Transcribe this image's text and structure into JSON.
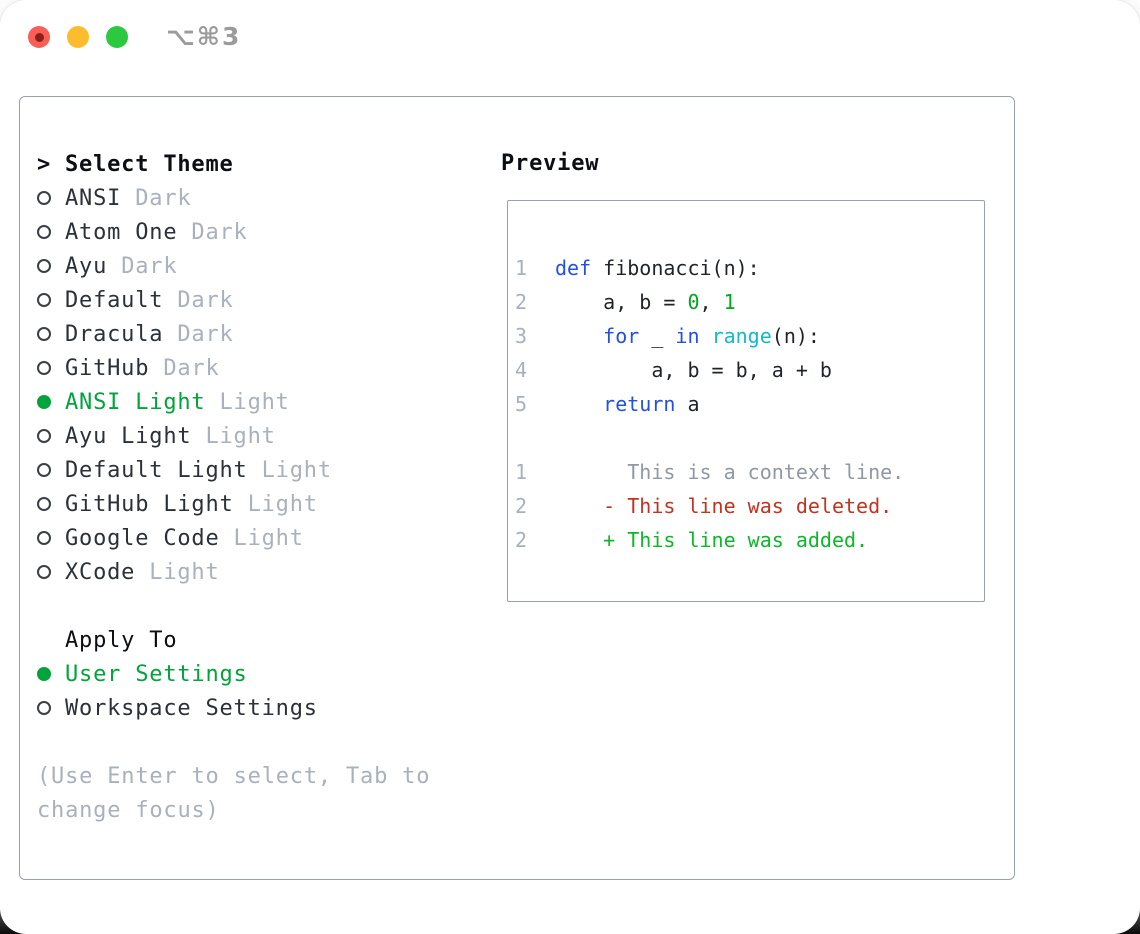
{
  "window": {
    "title_shortcut": "⌥⌘3"
  },
  "colors": {
    "traffic_red": "#f85f57",
    "traffic_red_dot": "#8c1f1a",
    "traffic_yellow": "#fcbc2e",
    "traffic_green": "#2bc840",
    "title_gray": "#9b9b9b",
    "panel_border": "#99a1ad",
    "header_black": "#0b0e12",
    "item_text": "#2b3138",
    "variant_gray": "#a9b1bd",
    "select_green": "#00a43a",
    "circle_stroke": "#3b4046",
    "help_gray": "#a9b1bd",
    "line_number_gray": "#a7b1be",
    "code_text": "#1f242b",
    "kw_blue": "#2450e0",
    "builtin_cyan": "#14b9c8",
    "number_green": "#00a81f",
    "context_gray": "#8f99a4",
    "diff_red": "#c23420",
    "diff_green": "#0bb826"
  },
  "theme_panel": {
    "prompt": ">",
    "header": "Select Theme",
    "items": [
      {
        "name": "ANSI",
        "variant": "Dark",
        "selected": false
      },
      {
        "name": "Atom One",
        "variant": "Dark",
        "selected": false
      },
      {
        "name": "Ayu",
        "variant": "Dark",
        "selected": false
      },
      {
        "name": "Default",
        "variant": "Dark",
        "selected": false
      },
      {
        "name": "Dracula",
        "variant": "Dark",
        "selected": false
      },
      {
        "name": "GitHub",
        "variant": "Dark",
        "selected": false
      },
      {
        "name": "ANSI Light",
        "variant": "Light",
        "selected": true
      },
      {
        "name": "Ayu Light",
        "variant": "Light",
        "selected": false
      },
      {
        "name": "Default Light",
        "variant": "Light",
        "selected": false
      },
      {
        "name": "GitHub Light",
        "variant": "Light",
        "selected": false
      },
      {
        "name": "Google Code",
        "variant": "Light",
        "selected": false
      },
      {
        "name": "XCode",
        "variant": "Light",
        "selected": false
      }
    ],
    "apply_to": {
      "header": "Apply To",
      "options": [
        {
          "label": "User Settings",
          "selected": true
        },
        {
          "label": "Workspace Settings",
          "selected": false
        }
      ]
    },
    "help_lines": [
      "(Use Enter to select, Tab to",
      "change focus)"
    ]
  },
  "preview": {
    "header": "Preview",
    "code_lines": [
      {
        "num": "1",
        "segments": [
          {
            "t": "def",
            "c": "kw"
          },
          {
            "t": " fibonacci(n):",
            "c": "tx"
          }
        ]
      },
      {
        "num": "2",
        "segments": [
          {
            "t": "    a, b = ",
            "c": "tx"
          },
          {
            "t": "0",
            "c": "num"
          },
          {
            "t": ", ",
            "c": "tx"
          },
          {
            "t": "1",
            "c": "num"
          }
        ]
      },
      {
        "num": "3",
        "segments": [
          {
            "t": "    ",
            "c": "tx"
          },
          {
            "t": "for",
            "c": "kw"
          },
          {
            "t": " _ ",
            "c": "tx"
          },
          {
            "t": "in",
            "c": "kw"
          },
          {
            "t": " ",
            "c": "tx"
          },
          {
            "t": "range",
            "c": "fn"
          },
          {
            "t": "(n):",
            "c": "tx"
          }
        ]
      },
      {
        "num": "4",
        "segments": [
          {
            "t": "        a, b = b, a + b",
            "c": "tx"
          }
        ]
      },
      {
        "num": "5",
        "segments": [
          {
            "t": "    ",
            "c": "tx"
          },
          {
            "t": "return",
            "c": "kw"
          },
          {
            "t": " a",
            "c": "tx"
          }
        ]
      },
      {
        "num": "",
        "segments": []
      },
      {
        "num": "1",
        "segments": [
          {
            "t": "      This is a context line.",
            "c": "ctx"
          }
        ]
      },
      {
        "num": "2",
        "segments": [
          {
            "t": "    - This line was deleted.",
            "c": "del"
          }
        ]
      },
      {
        "num": "2",
        "segments": [
          {
            "t": "    + This line was added.",
            "c": "add"
          }
        ]
      }
    ]
  }
}
